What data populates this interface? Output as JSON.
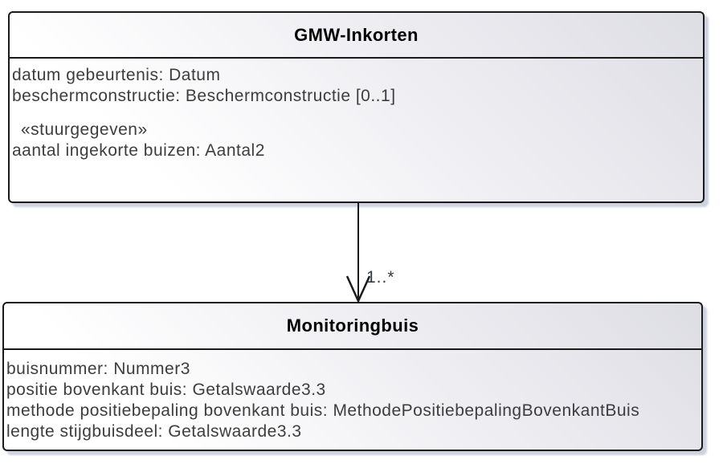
{
  "classes": [
    {
      "name": "GMW-Inkorten",
      "attributes": [
        "datum gebeurtenis: Datum",
        "beschermconstructie: Beschermconstructie [0..1]"
      ],
      "stereotype": "«stuurgegeven»",
      "stereotype_attributes": [
        "aantal ingekorte buizen: Aantal2"
      ]
    },
    {
      "name": "Monitoringbuis",
      "attributes": [
        "buisnummer: Nummer3",
        "positie bovenkant buis: Getalswaarde3.3",
        "methode positiebepaling bovenkant buis: MethodePositiebepalingBovenkantBuis",
        "lengte stijgbuisdeel: Getalswaarde3.3"
      ]
    }
  ],
  "association": {
    "multiplicity": "1..*"
  },
  "colors": {
    "background": "#ffffff",
    "box_border": "#1a1a1a",
    "box_fill_shade": "#dddde4",
    "box_fill_light": "#ffffff",
    "shadow": "rgba(165,172,194,0.55)",
    "title_text": "#000000",
    "attribute_text": "#3d3d3d",
    "multiplicity_text": "#333a44"
  }
}
